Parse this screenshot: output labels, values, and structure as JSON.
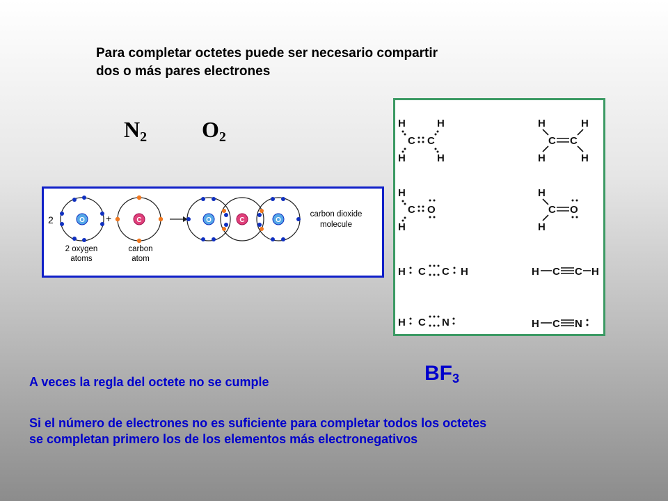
{
  "intro": {
    "line1": "Para completar octetes puede ser necesario compartir",
    "line2": "dos o más pares  electrones"
  },
  "formulas": {
    "n2": {
      "symbol": "N",
      "sub": "2"
    },
    "o2": {
      "symbol": "O",
      "sub": "2"
    }
  },
  "co2_diagram": {
    "coefficient": "2",
    "plus": "+",
    "oxygen_symbol": "O",
    "carbon_symbol": "C",
    "oxygen_caption": [
      "2 oxygen",
      "atoms"
    ],
    "carbon_caption": [
      "carbon",
      "atom"
    ],
    "product_caption": [
      "carbon dioxide",
      "molecule"
    ],
    "colors": {
      "oxygen_electron": "#1030c0",
      "carbon_electron": "#f07820",
      "nucleus_fill": "#55a8e8",
      "carbon_nucleus_fill": "#e0407a",
      "border": "#1020c8"
    }
  },
  "lewis_structures": {
    "h": "H",
    "c": "C",
    "o": "O",
    "n": "N",
    "border_color": "#3c9a64"
  },
  "bf3": {
    "symbol": "BF",
    "sub": "3"
  },
  "notes": {
    "octet_exception": "A veces la regla del octete no se cumple",
    "line1": "Si el número de electrones no es suficiente para completar todos los octetes",
    "line2": "se completan primero los de los elementos más electronegativos"
  }
}
